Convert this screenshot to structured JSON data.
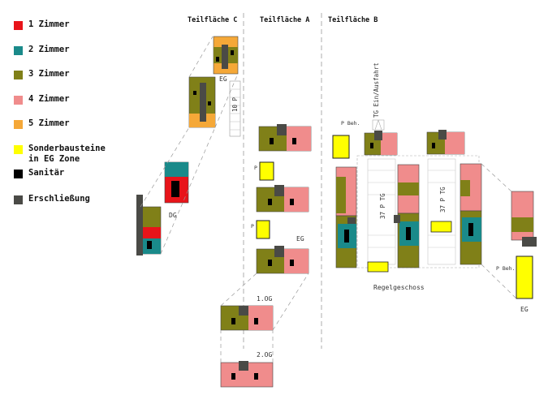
{
  "legend": {
    "items": [
      {
        "label": "1 Zimmer",
        "color": "#e8141a"
      },
      {
        "label": "2 Zimmer",
        "color": "#1a8a8a"
      },
      {
        "label": "3 Zimmer",
        "color": "#808018"
      },
      {
        "label": "4 Zimmer",
        "color": "#f08c8c"
      },
      {
        "label": "5 Zimmer",
        "color": "#f5a838"
      },
      {
        "label": "Sonderbausteine",
        "label2": "in EG Zone",
        "color": "#ffff00"
      },
      {
        "label": "Sanitär",
        "color": "#000000"
      },
      {
        "label": "Erschließung",
        "color": "#4a4a46"
      }
    ]
  },
  "sections": {
    "c": "Teilfläche C",
    "a": "Teilfläche A",
    "b": "Teilfläche B"
  },
  "labels": {
    "eg_c": "EG",
    "dg": "DG",
    "stair_c": "10 P",
    "eg_a": "EG",
    "og1": "1.OG",
    "og2": "2.OG",
    "p": "P",
    "p_beh_top": "P Beh.",
    "p_beh_right": "P Beh.",
    "tg": "TG Ein/Ausfahrt",
    "tg_left": "37 P TG",
    "tg_right": "37 P TG",
    "regelgeschoss": "Regelgeschoss",
    "eg_b": "EG"
  }
}
